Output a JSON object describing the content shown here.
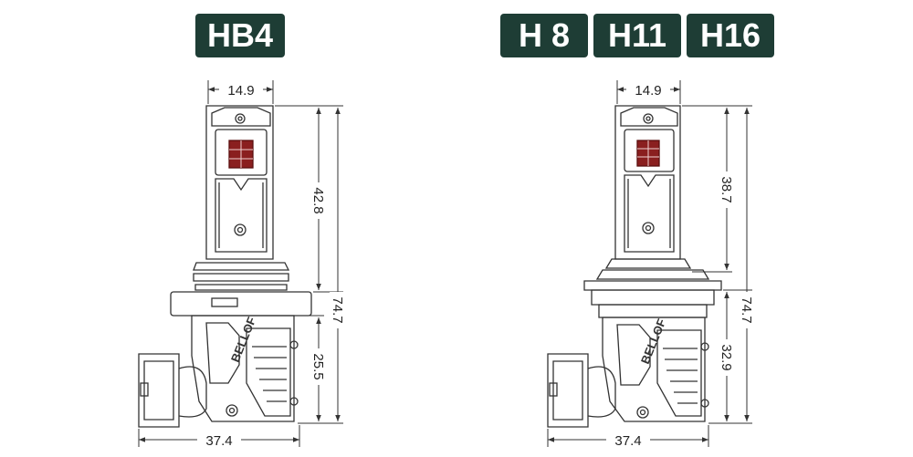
{
  "left": {
    "badge": "HB4",
    "dims": {
      "top_width": "14.9",
      "upper_height": "42.8",
      "total_height": "74.7",
      "lower_height": "25.5",
      "base_width": "37.4"
    },
    "emblem_text": "BELLOF"
  },
  "right": {
    "badges": [
      "H 8",
      "H11",
      "H16"
    ],
    "dims": {
      "top_width": "14.9",
      "upper_height": "38.7",
      "total_height": "74.7",
      "lower_height": "32.9",
      "base_width": "37.4"
    },
    "emblem_text": "BELLOF"
  },
  "colors": {
    "badge_bg": "#1e3d35",
    "badge_text": "#ffffff",
    "line": "#333333"
  }
}
